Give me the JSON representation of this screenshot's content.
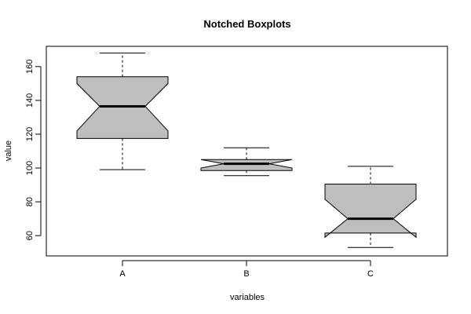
{
  "chart_data": {
    "type": "boxplot",
    "title": "Notched Boxplots",
    "xlabel": "variables",
    "ylabel": "value",
    "categories": [
      "A",
      "B",
      "C"
    ],
    "ylim": [
      48,
      172
    ],
    "yticks": [
      60,
      80,
      100,
      120,
      140,
      160
    ],
    "notched": true,
    "box_color": "#bebebe",
    "boxes": [
      {
        "name": "A",
        "min": 99,
        "q1": 117.5,
        "median": 136.5,
        "q3": 154,
        "max": 168,
        "notch_low": 122,
        "notch_high": 150
      },
      {
        "name": "B",
        "min": 95.5,
        "q1": 98.5,
        "median": 102.5,
        "q3": 105,
        "max": 112,
        "notch_low": 100,
        "notch_high": 105
      },
      {
        "name": "C",
        "min": 53,
        "q1": 61.5,
        "median": 70,
        "q3": 90.5,
        "max": 101,
        "notch_low": 59,
        "notch_high": 81.5
      }
    ]
  }
}
